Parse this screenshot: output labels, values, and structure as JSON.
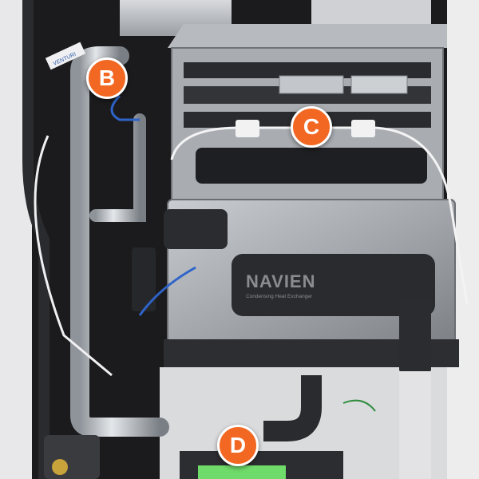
{
  "photo": {
    "markers": [
      {
        "id": "B",
        "label": "B"
      },
      {
        "id": "C",
        "label": "C"
      },
      {
        "id": "D",
        "label": "D"
      }
    ],
    "printed_text": {
      "brand_logo": "NAVIEN",
      "heat_exchanger_caption": "Condensing Heat Exchanger",
      "pipe_tag": "VENTURI"
    }
  },
  "colors": {
    "marker_fill": "#f26722",
    "marker_border": "#ffffff",
    "housing": "#9fa2a6",
    "logo_panel": "#2a2b2e",
    "display_screen": "#6fdb6a"
  }
}
